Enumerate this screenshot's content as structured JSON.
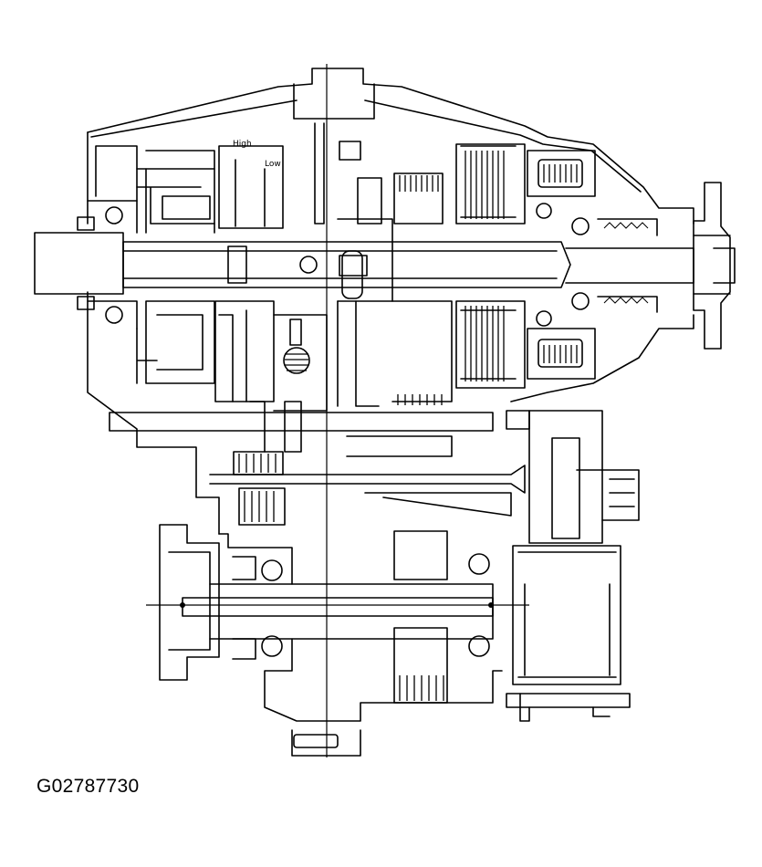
{
  "figure": {
    "id_label": "G02787730",
    "callouts": [
      "High",
      "Low"
    ]
  }
}
